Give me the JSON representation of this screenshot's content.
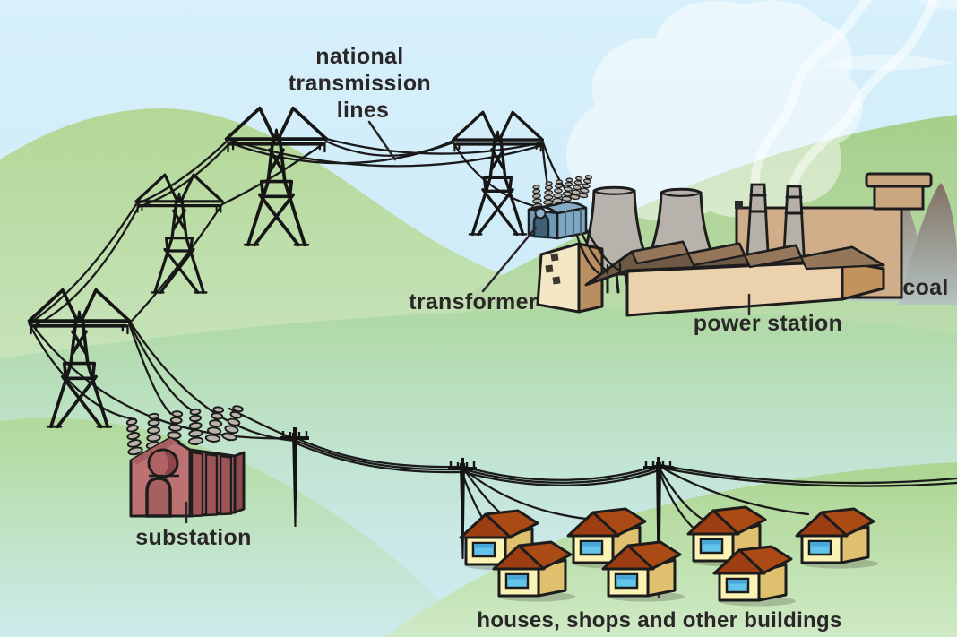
{
  "diagram": {
    "title": "electricity distribution network illustration",
    "labels": {
      "national_transmission_lines": [
        "national",
        "transmission",
        "lines"
      ],
      "transformer": "transformer",
      "power_station": "power station",
      "coal": "coal",
      "substation": "substation",
      "houses": "houses, shops and other buildings"
    },
    "colors": {
      "sky": "#cdecf8",
      "hill_green": "#aed794",
      "valley_teal": "#c5e6e0",
      "label_text": "#2b2627",
      "house_wall": "#fbf3b5",
      "house_side": "#dfc06f",
      "house_roof": "#9c3e11",
      "house_window": "#62c4e9",
      "substation_body": "#bc7173",
      "substation_panels": "#9d5456",
      "transformer_body": "#6e9aba",
      "power_station_wall": "#ecd2ac",
      "power_station_roof": "#6e5945",
      "cooling_tower": "#b7b2ab",
      "back_building": "#cfae89",
      "coal_mound": "#8a7a6b",
      "wire": "#1a1a1a",
      "steam": "#ffffff"
    }
  }
}
